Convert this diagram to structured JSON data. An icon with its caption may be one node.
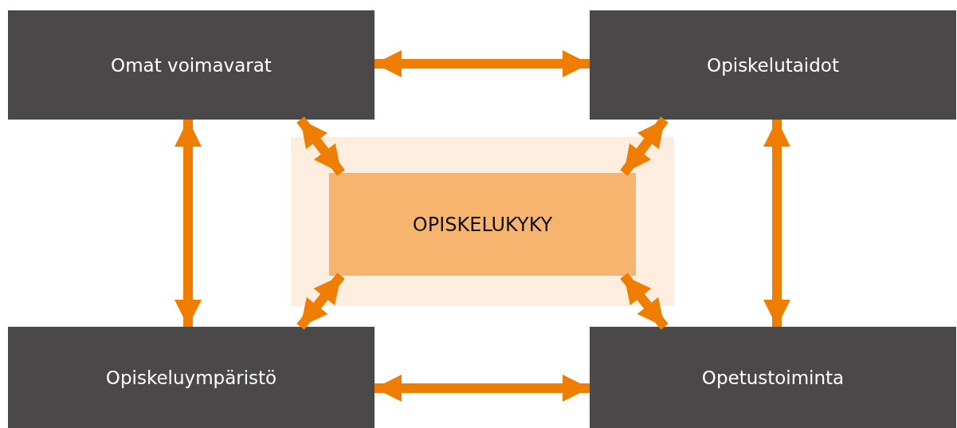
{
  "diagram": {
    "nodes": [
      {
        "text": [
          "Omat voimavarat"
        ]
      },
      {
        "text": [
          "Opiskelutaidot"
        ]
      },
      {
        "text": [],
        "shape": "box"
      },
      {
        "text": [
          "OPISKELUKYKY"
        ],
        "in": 2
      },
      {
        "text": [
          "Opiskeluympäristö"
        ]
      },
      {
        "text": [
          "Opetustoiminta"
        ]
      }
    ],
    "edges": [
      {
        "from": 0,
        "to": 1,
        "arrow": "both"
      },
      {
        "from": 0,
        "to": 4,
        "arrow": "both"
      },
      {
        "from": 1,
        "to": 5,
        "arrow": "both"
      },
      {
        "from": 4,
        "to": 5,
        "arrow": "both"
      },
      {
        "from": 0,
        "to": 3,
        "arrow": "both"
      },
      {
        "from": 1,
        "to": 3,
        "arrow": "both"
      },
      {
        "from": 4,
        "to": 3,
        "arrow": "both"
      },
      {
        "from": 5,
        "to": 3,
        "arrow": "both"
      }
    ]
  }
}
